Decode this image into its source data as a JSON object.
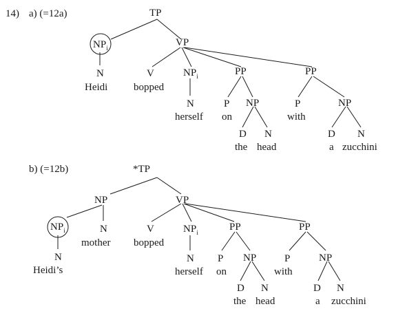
{
  "example_number": "14)",
  "trees": [
    {
      "label": "a) (=12a)",
      "nodes": {
        "tp": "TP",
        "np_subj": "NP",
        "np_subj_index": "i",
        "n_subj": "N",
        "w_subj": "Heidi",
        "vp": "VP",
        "v": "V",
        "w_v": "bopped",
        "np_obj": "NP",
        "np_obj_index": "i",
        "n_obj": "N",
        "w_obj": "herself",
        "pp1": "PP",
        "p1": "P",
        "w_p1": "on",
        "np_pp1": "NP",
        "d_pp1": "D",
        "w_d_pp1": "the",
        "n_pp1": "N",
        "w_n_pp1": "head",
        "pp2": "PP",
        "p2": "P",
        "w_p2": "with",
        "np_pp2": "NP",
        "d_pp2": "D",
        "w_d_pp2": "a",
        "n_pp2": "N",
        "w_n_pp2": "zucchini"
      }
    },
    {
      "label": "b) (=12b)",
      "nodes": {
        "tp": "*TP",
        "np_big": "NP",
        "np_poss": "NP",
        "np_poss_index": "i",
        "n_poss": "N",
        "w_poss": "Heidi’s",
        "n_head": "N",
        "w_head": "mother",
        "vp": "VP",
        "v": "V",
        "w_v": "bopped",
        "np_obj": "NP",
        "np_obj_index": "i",
        "n_obj": "N",
        "w_obj": "herself",
        "pp1": "PP",
        "p1": "P",
        "w_p1": "on",
        "np_pp1": "NP",
        "d_pp1": "D",
        "w_d_pp1": "the",
        "n_pp1": "N",
        "w_n_pp1": "head",
        "pp2": "PP",
        "p2": "P",
        "w_p2": "with",
        "np_pp2": "NP",
        "d_pp2": "D",
        "w_d_pp2": "a",
        "n_pp2": "N",
        "w_n_pp2": "zucchini"
      }
    }
  ]
}
